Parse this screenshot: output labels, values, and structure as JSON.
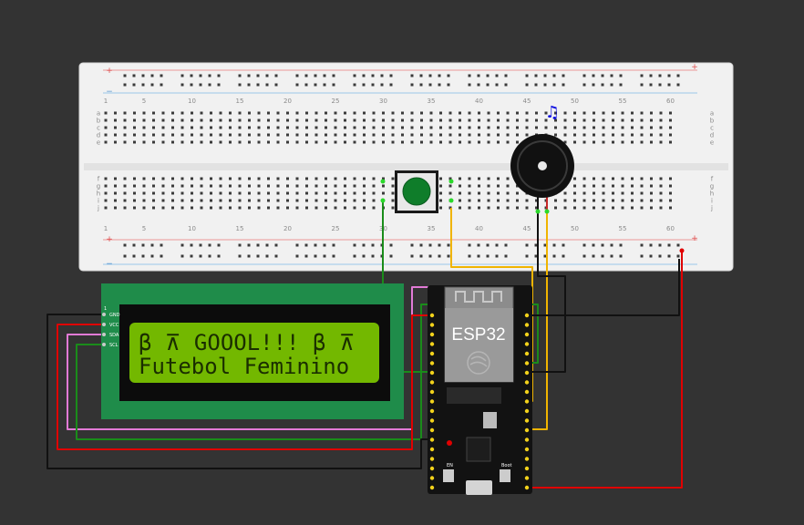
{
  "breadboard": {
    "column_numbers": [
      "1",
      "5",
      "10",
      "15",
      "20",
      "25",
      "30",
      "35",
      "40",
      "45",
      "50",
      "55",
      "60"
    ],
    "row_letters_top": [
      "a",
      "b",
      "c",
      "d",
      "e"
    ],
    "row_letters_bottom": [
      "f",
      "g",
      "h",
      "i",
      "j"
    ],
    "rail_plus": "+",
    "rail_minus": "−"
  },
  "lcd": {
    "line1": "β ⊼ GOOOL!!! β ⊼",
    "line2": "Futebol Feminino",
    "pin_marker": "1",
    "pins": [
      "GND",
      "VCC",
      "SDA",
      "SCL"
    ],
    "backlight_color": "#73b800",
    "board_color": "#1f8c4a"
  },
  "esp32": {
    "label": "ESP32",
    "en_label": "EN",
    "boot_label": "Boot"
  },
  "buzzer": {
    "note_icon": "♫"
  },
  "button": {
    "cap_color": "#0f7d2a"
  },
  "wire_colors": {
    "green": "#1a8c1a",
    "yellow": "#f0b400",
    "pink": "#e27ad6",
    "red": "#e00000",
    "black": "#111111"
  }
}
